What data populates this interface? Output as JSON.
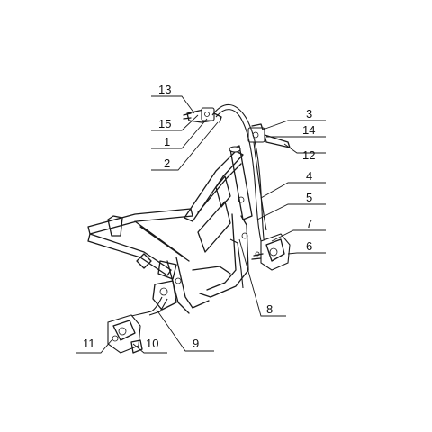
{
  "diagram": {
    "type": "exploded-parts-diagram",
    "subject": "motorcycle frame with brake system",
    "callouts": [
      "1",
      "2",
      "3",
      "4",
      "5",
      "6",
      "7",
      "8",
      "9",
      "10",
      "11",
      "12",
      "13",
      "14",
      "15"
    ],
    "colors": {
      "line": "#1a1a1a",
      "background": "#ffffff"
    }
  }
}
